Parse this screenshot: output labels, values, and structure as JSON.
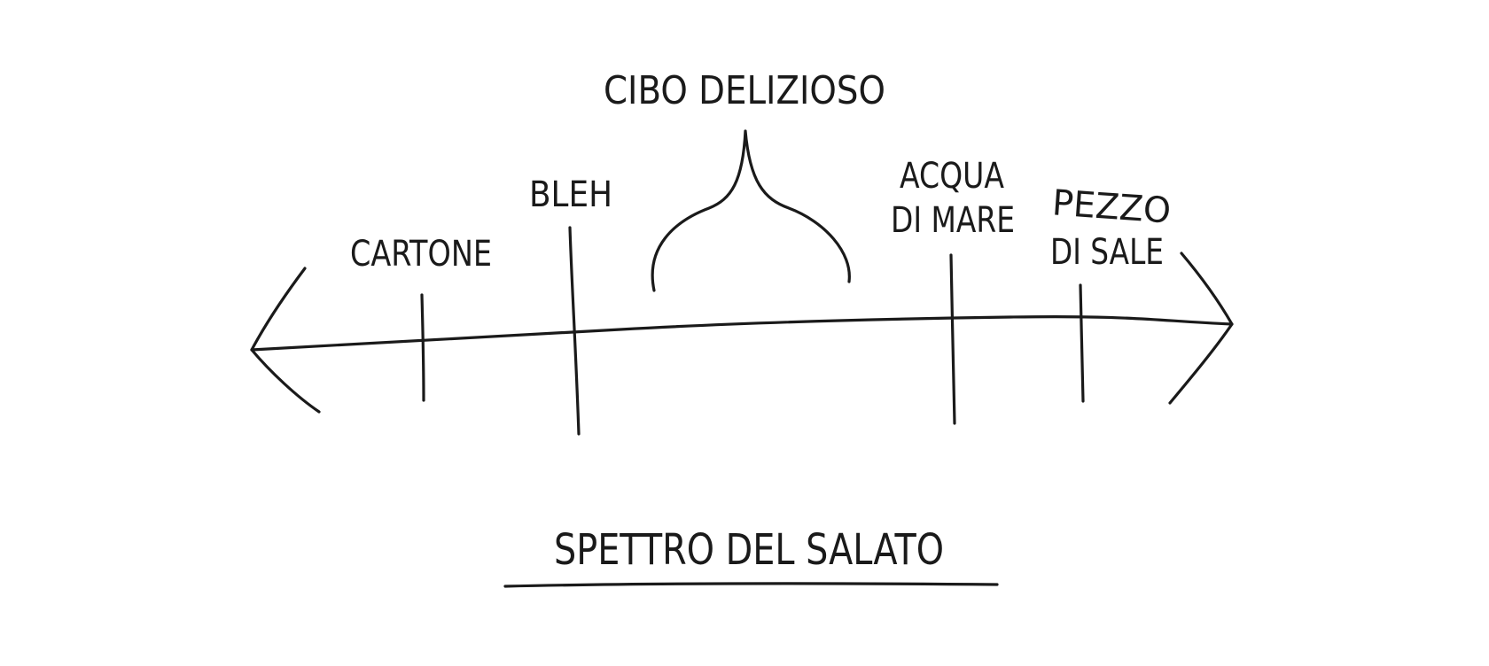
{
  "diagram": {
    "title": "SPETTRO DEL SALATO",
    "brace_label": "CIBO DELIZIOSO",
    "ticks": [
      {
        "lines": [
          "CARTONE"
        ]
      },
      {
        "lines": [
          "BLEH"
        ]
      },
      {
        "lines": [
          "ACQUA",
          "DI MARE"
        ]
      },
      {
        "lines": [
          "PEZZO",
          "DI SALE"
        ]
      }
    ],
    "ink_color": "#1a1a1a",
    "background_color": "#ffffff"
  }
}
